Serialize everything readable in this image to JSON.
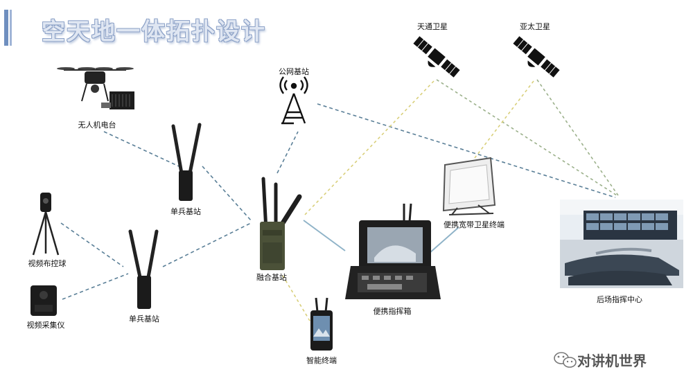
{
  "title": "空天地一体拓扑设计",
  "nodes": {
    "satellite_tiantong": "天通卫星",
    "satellite_yatai": "亚太卫星",
    "public_station": "公网基站",
    "drone_radio": "无人机电台",
    "soldier_station_top": "单兵基站",
    "soldier_station_bottom": "单兵基站",
    "video_ptz": "视频布控球",
    "video_recorder": "视频采集仪",
    "fusion_station": "融合基站",
    "smart_terminal": "智能终端",
    "portable_box": "便携指挥箱",
    "broadband_terminal": "便携宽带卫星终端",
    "command_center": "后场指挥中心"
  },
  "watermark": "对讲机世界",
  "colors": {
    "title_bar": "#6f8fbf",
    "link_blue": "#5a7f97",
    "link_green": "#9bb08a",
    "link_yellow": "#d9cf7a",
    "link_lightblue": "#8fb3c8"
  }
}
